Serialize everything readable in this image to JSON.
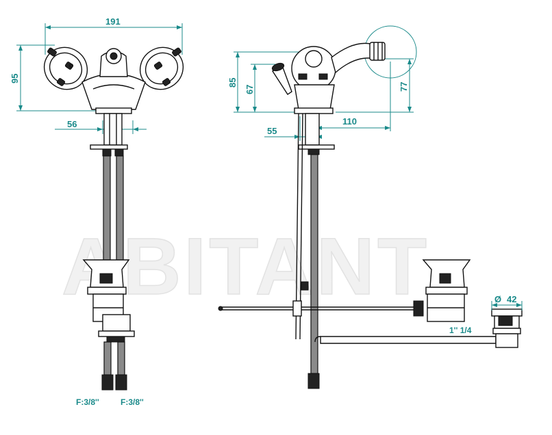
{
  "watermark": "ABITANT",
  "front_view": {
    "width_label": "191",
    "height_label": "95",
    "spacing_label": "56",
    "connection_left": "F:3/8''",
    "connection_right": "F:3/8''"
  },
  "side_view": {
    "height_total_label": "85",
    "height_lever_label": "67",
    "spout_height_label": "77",
    "offset_label": "55",
    "reach_label": "110",
    "pipe_label": "1'' 1/4",
    "waste_diameter_label": "42",
    "diameter_symbol": "Ø"
  },
  "colors": {
    "dimension": "#1a8a8a",
    "ink": "#111111",
    "watermark": "#f1f1f1"
  }
}
